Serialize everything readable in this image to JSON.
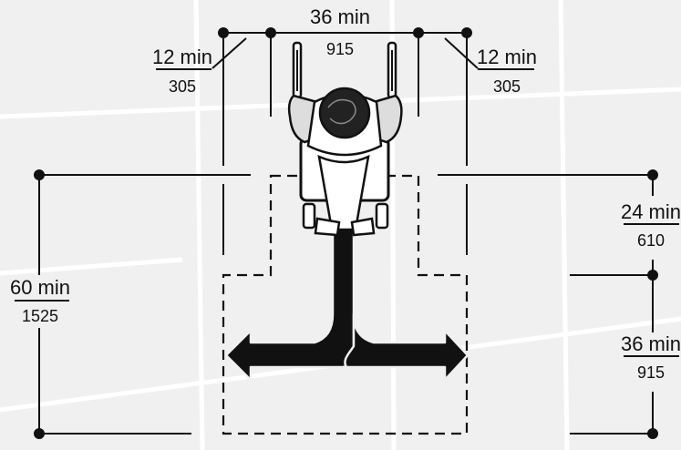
{
  "dimensions": {
    "top_width": {
      "imperial": "36 min",
      "metric": "915"
    },
    "left_offset": {
      "imperial": "12 min",
      "metric": "305"
    },
    "right_offset": {
      "imperial": "12 min",
      "metric": "305"
    },
    "total_depth": {
      "imperial": "60 min",
      "metric": "1525"
    },
    "stem_depth": {
      "imperial": "24 min",
      "metric": "610"
    },
    "arm_depth": {
      "imperial": "36 min",
      "metric": "915"
    }
  },
  "colors": {
    "background": "#f0f0f0",
    "tile_line": "#ffffff",
    "ink": "#111111"
  },
  "icons": [
    "wheelchair-user-icon",
    "turn-arrow-icon"
  ]
}
